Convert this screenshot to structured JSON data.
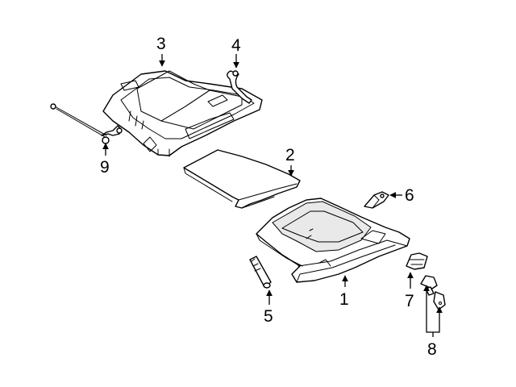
{
  "callouts": [
    {
      "id": "1",
      "text": "1"
    },
    {
      "id": "2",
      "text": "2"
    },
    {
      "id": "3",
      "text": "3"
    },
    {
      "id": "4",
      "text": "4"
    },
    {
      "id": "5",
      "text": "5"
    },
    {
      "id": "6",
      "text": "6"
    },
    {
      "id": "7",
      "text": "7"
    },
    {
      "id": "8",
      "text": "8"
    },
    {
      "id": "9",
      "text": "9"
    }
  ],
  "colors": {
    "line": "#000000",
    "background": "#ffffff",
    "shade": "#e9e9e9"
  }
}
